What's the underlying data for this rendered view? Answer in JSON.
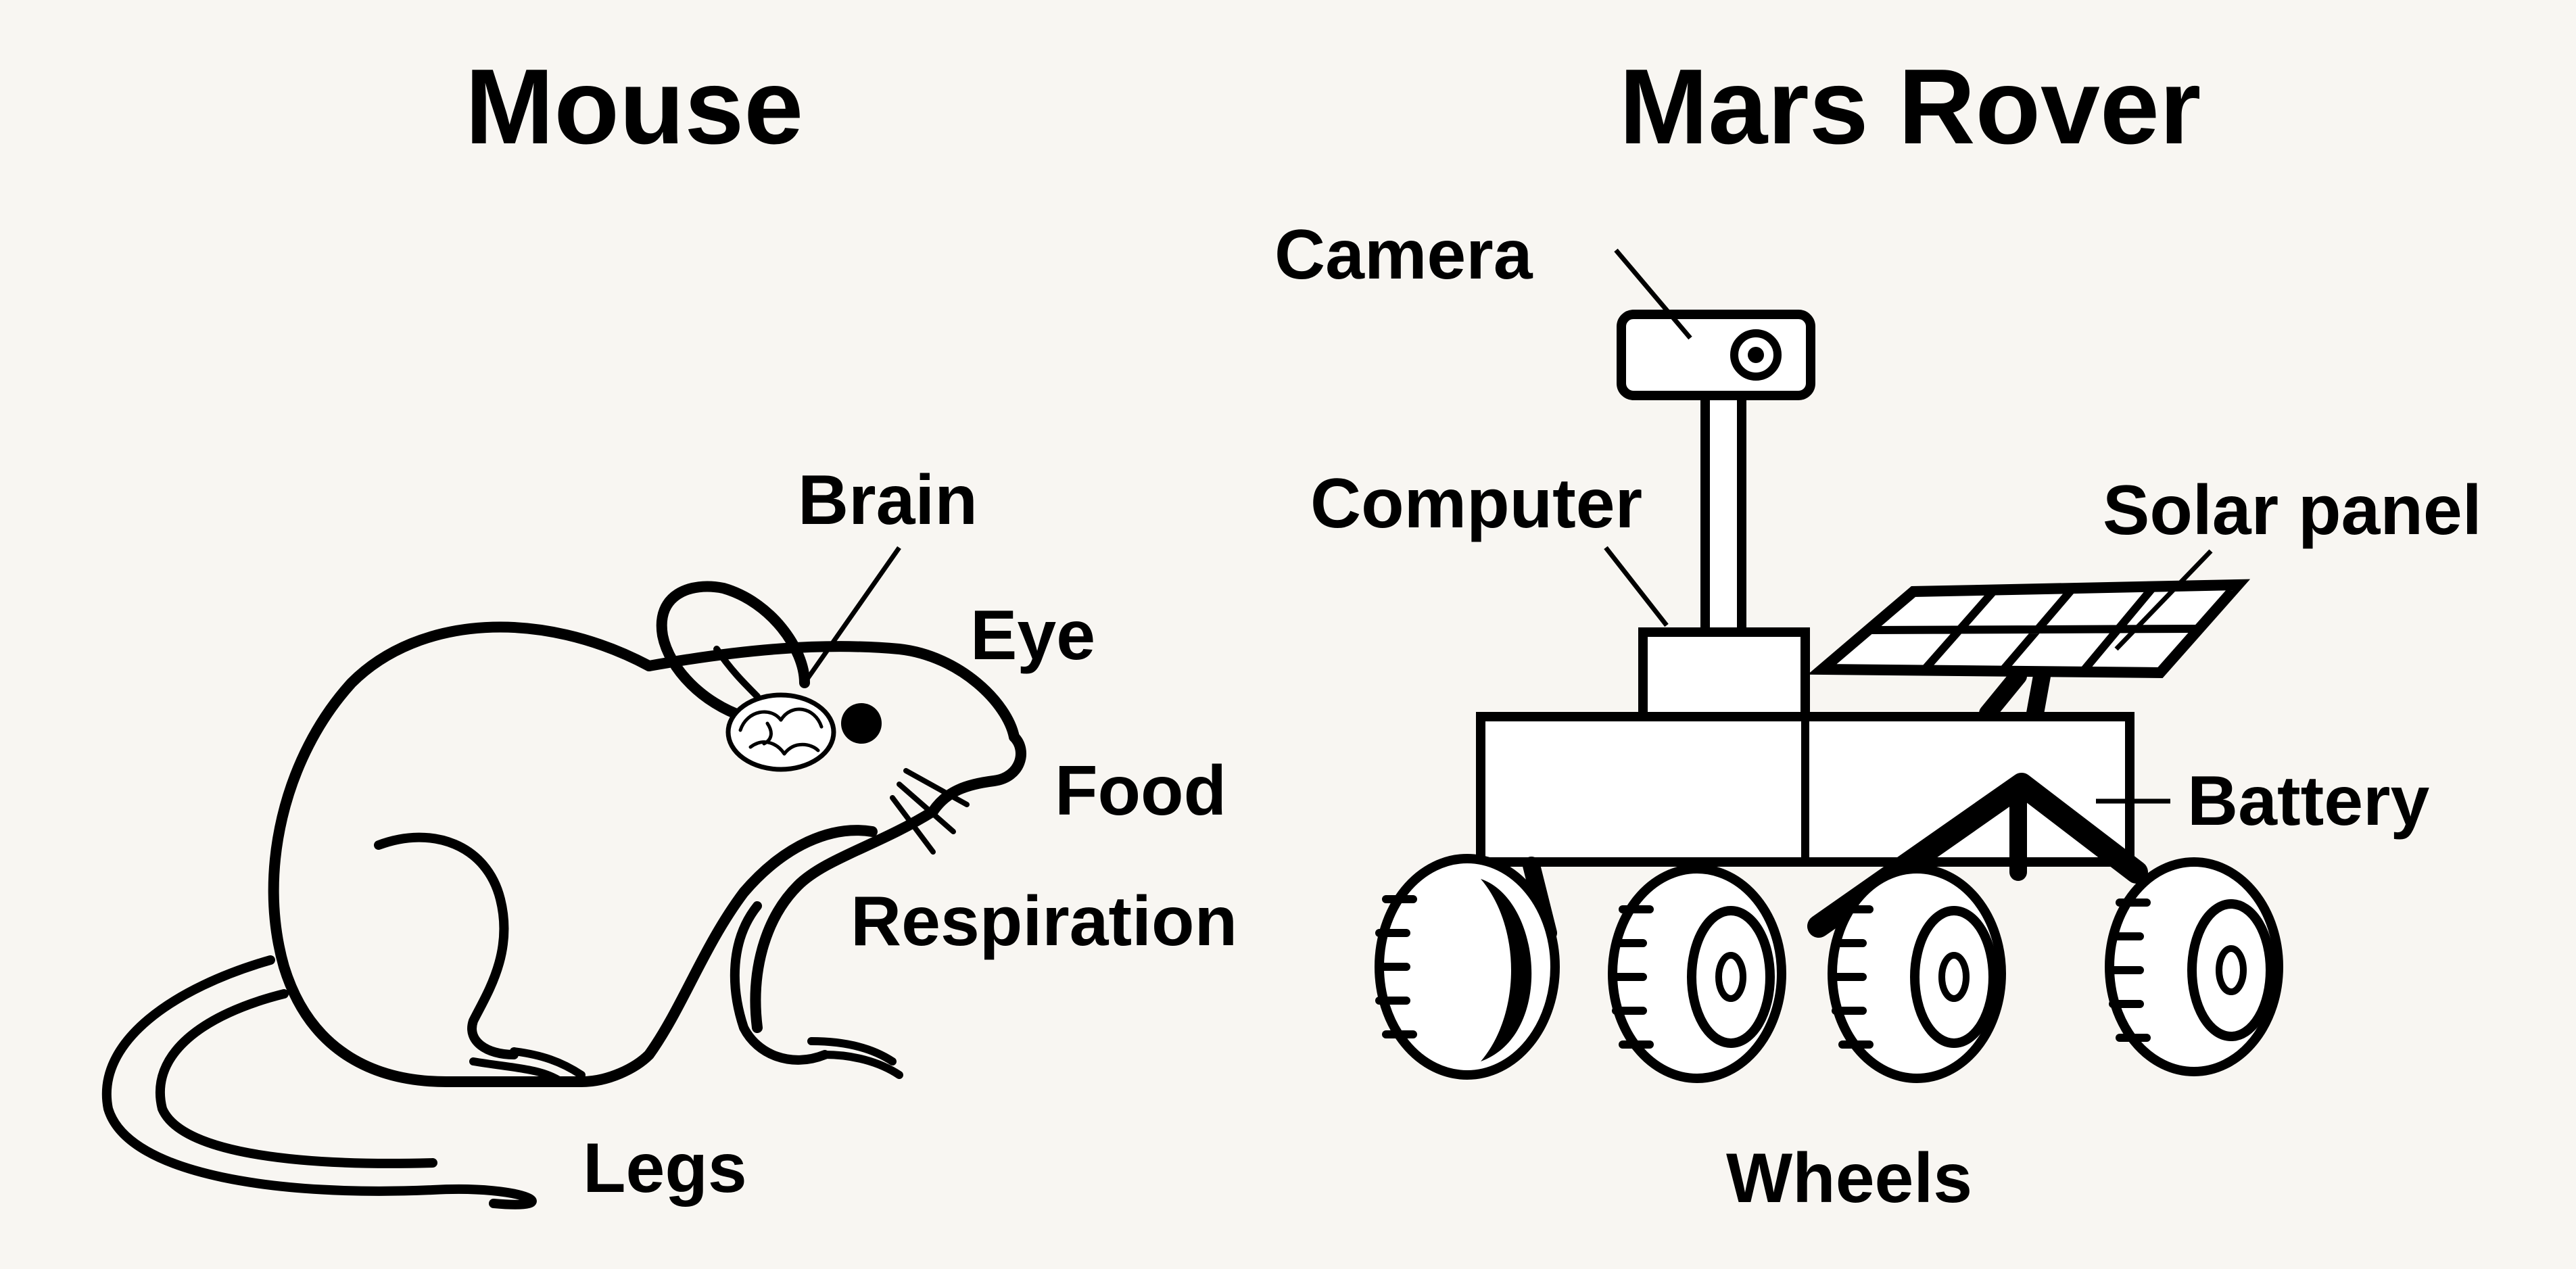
{
  "titles": {
    "left": "Mouse",
    "right": "Mars Rover"
  },
  "mouse": {
    "brain": "Brain",
    "eye": "Eye",
    "food": "Food",
    "respiration": "Respiration",
    "legs": "Legs"
  },
  "rover": {
    "camera": "Camera",
    "computer": "Computer",
    "solar_panel": "Solar panel",
    "battery": "Battery",
    "wheels": "Wheels"
  },
  "colors": {
    "background": "#f8f6f2",
    "ink": "#000000",
    "panel_fill": "#ffffff"
  }
}
